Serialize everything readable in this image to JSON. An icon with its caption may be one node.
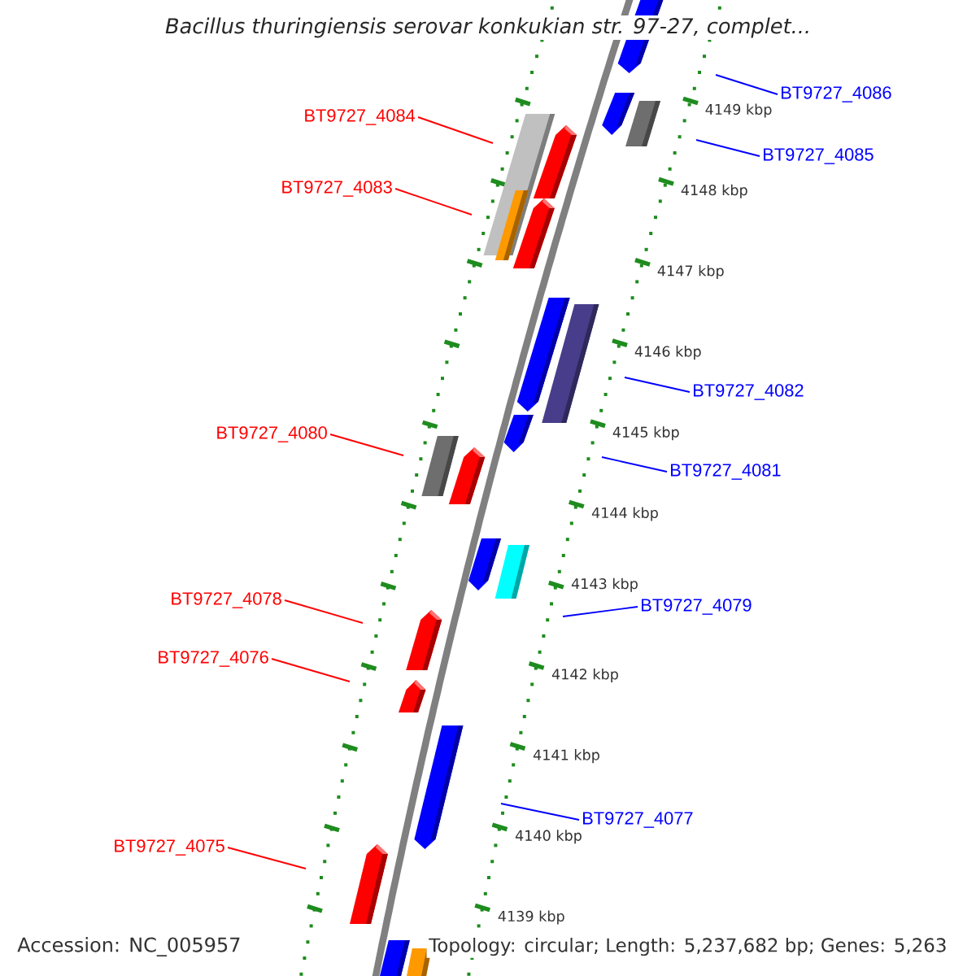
{
  "diagram": {
    "title": "Bacillus thuringiensis serovar konkukian str. 97-27, complet...",
    "nodes": [
      {
        "text": [
          "BT9727_4086"
        ]
      },
      {
        "text": [
          "BT9727_4084"
        ]
      },
      {
        "text": [
          "BT9727_4085"
        ]
      },
      {
        "text": [
          "BT9727_4083"
        ]
      },
      {
        "text": [
          "BT9727_4082"
        ]
      },
      {
        "text": [
          "BT9727_4080"
        ]
      },
      {
        "text": [
          "BT9727_4081"
        ]
      },
      {
        "text": [
          "BT9727_4078"
        ]
      },
      {
        "text": [
          "BT9727_4079"
        ]
      },
      {
        "text": [
          "BT9727_4076"
        ]
      },
      {
        "text": [
          "BT9727_4077"
        ]
      },
      {
        "text": [
          "BT9727_4075"
        ]
      }
    ],
    "edges": [
      {
        "from": 0,
        "to": null,
        "arrow": "none",
        "color": "#0000ff"
      },
      {
        "from": 1,
        "to": null,
        "arrow": "none",
        "color": "#ff0000"
      },
      {
        "from": 2,
        "to": null,
        "arrow": "none",
        "color": "#0000ff"
      },
      {
        "from": 3,
        "to": null,
        "arrow": "none",
        "color": "#ff0000"
      },
      {
        "from": 4,
        "to": null,
        "arrow": "none",
        "color": "#0000ff"
      },
      {
        "from": 5,
        "to": null,
        "arrow": "none",
        "color": "#ff0000"
      },
      {
        "from": 6,
        "to": null,
        "arrow": "none",
        "color": "#0000ff"
      },
      {
        "from": 7,
        "to": null,
        "arrow": "none",
        "color": "#ff0000"
      },
      {
        "from": 8,
        "to": null,
        "arrow": "none",
        "color": "#0000ff"
      },
      {
        "from": 9,
        "to": null,
        "arrow": "none",
        "color": "#ff0000"
      },
      {
        "from": 10,
        "to": null,
        "arrow": "none",
        "color": "#0000ff"
      },
      {
        "from": 11,
        "to": null,
        "arrow": "none",
        "color": "#ff0000"
      }
    ],
    "labels": [
      "4149 kbp",
      "4148 kbp",
      "4147 kbp",
      "4146 kbp",
      "4145 kbp",
      "4144 kbp",
      "4143 kbp",
      "4142 kbp",
      "4141 kbp",
      "4140 kbp",
      "4139 kbp",
      "Accession: NC_005957",
      "Topology: circular; Length: 5,237,682 bp; Genes: 5,263"
    ]
  }
}
